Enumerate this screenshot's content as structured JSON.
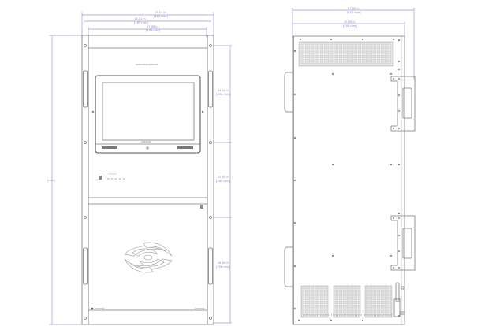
{
  "drawing": {
    "front_view": {
      "dimensions": {
        "overall_width": {
          "inches": "19.07 in",
          "mm": "[485 mm]"
        },
        "rack_ear_width": {
          "inches": "18.31 in",
          "mm": "[465 mm]"
        },
        "body_width": {
          "inches": "17.06 in",
          "mm": "[433 mm]"
        },
        "overall_height": {
          "inches": "",
          "mm": "[mm]"
        },
        "mount_spacing_top": {
          "inches": "14.00 in",
          "mm": "[356 mm]"
        },
        "mount_spacing_mid": {
          "inches": "11.00 in",
          "mm": "[280 mm]"
        },
        "mount_spacing_bottom": {
          "inches": "14.00 in",
          "mm": "[356 mm]"
        }
      },
      "labels": {
        "top_header": "XXXXXXXXXXXXXXXX",
        "display_label": "XXXXXXX",
        "panel_label": "XXXXX",
        "brand_label": "XXXXXXX",
        "model_label": "XXXXXXX"
      },
      "ports": [
        "port-1",
        "port-2",
        "port-3",
        "port-4",
        "port-5"
      ]
    },
    "side_view": {
      "dimensions": {
        "overall_depth": {
          "inches": "17.80 in",
          "mm": "[452 mm]"
        },
        "body_depth": {
          "inches": "15.90 in",
          "mm": "[404 mm]"
        }
      },
      "vent_grilles": 4
    },
    "colors": {
      "dimension_line": "#9a9ad8",
      "outline": "#7a7a7a",
      "background": "#ffffff"
    }
  }
}
